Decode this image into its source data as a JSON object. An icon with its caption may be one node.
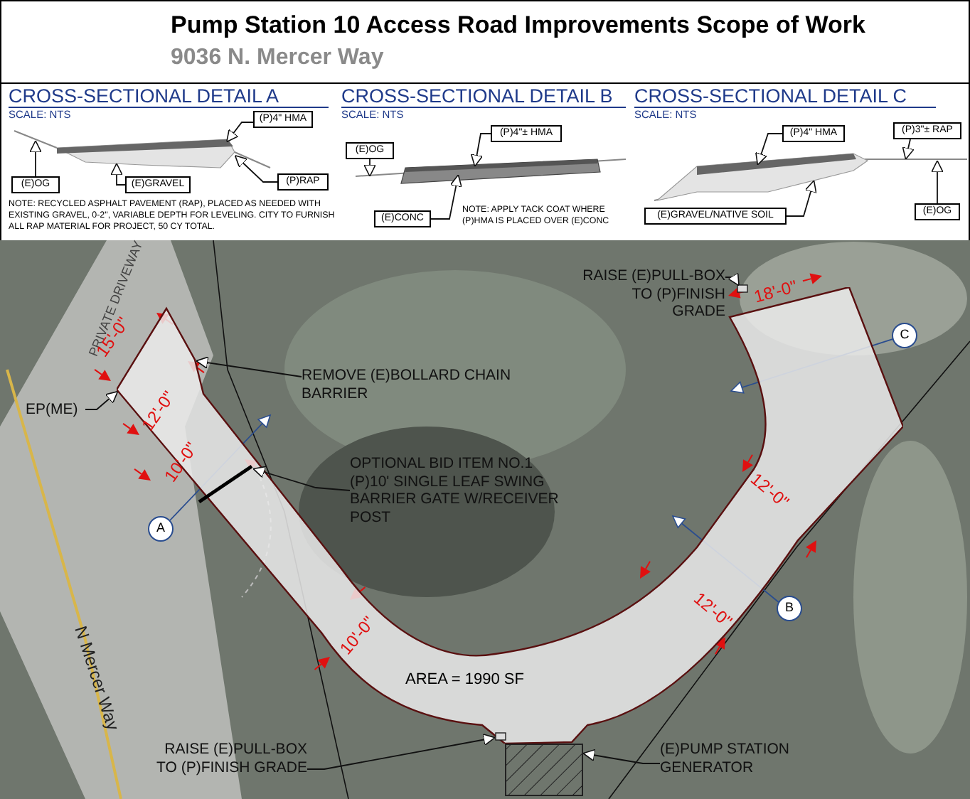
{
  "diagram": {
    "title": "Pump Station 10 Access Road Improvements Scope of Work",
    "nodes": [
      {
        "text": [
          "(P)4\" HMA"
        ]
      },
      {
        "text": [
          "(E)OG"
        ]
      },
      {
        "text": [
          "(E)GRAVEL"
        ]
      },
      {
        "text": [
          "(P)RAP"
        ]
      },
      {
        "text": [
          "(P)4\"± HMA"
        ]
      },
      {
        "text": [
          "(E)OG"
        ]
      },
      {
        "text": [
          "(E)CONC"
        ]
      },
      {
        "text": [
          "(P)4\" HMA"
        ]
      },
      {
        "text": [
          "(P)3\"± RAP"
        ]
      },
      {
        "text": [
          "(E)OG"
        ]
      },
      {
        "text": [
          "(E)GRAVEL/NATIVE SOIL"
        ]
      },
      {
        "text": [
          "AREA = 1990 SF"
        ]
      },
      {
        "text": [
          "EP(ME)"
        ]
      },
      {
        "text": [
          "REMOVE (E)BOLLARD CHAIN BARRIER"
        ]
      },
      {
        "text": [
          "OPTIONAL BID ITEM NO.1 (P)10' SINGLE LEAF SWING BARRIER GATE W/RECEIVER POST"
        ]
      },
      {
        "text": [
          "RAISE (E)PULL-BOX TO (P)FINISH GRADE"
        ]
      },
      {
        "text": [
          "A"
        ]
      },
      {
        "text": [
          "C"
        ]
      },
      {
        "text": [
          "B"
        ]
      },
      {
        "text": [
          "RAISE (E)PULL-BOX TO (P)FINISH GRADE"
        ]
      },
      {
        "text": [],
        "shape": "box"
      },
      {
        "text": [
          "(E)PUMP STATION GENERATOR"
        ]
      },
      {
        "text": [],
        "shape": "picture"
      },
      {
        "text": [],
        "shape": "picture"
      },
      {
        "text": [],
        "shape": "picture"
      },
      {
        "text": [],
        "shape": "bar",
        "in": 11
      },
      {
        "text": [],
        "shape": "box"
      },
      {
        "text": [],
        "shape": "box",
        "in": 11
      }
    ],
    "edges": [
      {
        "from": 0,
        "to": 22,
        "arrow": "to"
      },
      {
        "from": 1,
        "to": 22,
        "arrow": "to"
      },
      {
        "from": 2,
        "to": 22,
        "arrow": "to"
      },
      {
        "from": 3,
        "to": 22,
        "arrow": "to"
      },
      {
        "from": 4,
        "to": 23,
        "arrow": "to"
      },
      {
        "from": 5,
        "to": 23,
        "arrow": "to"
      },
      {
        "from": 6,
        "to": 23,
        "arrow": "to"
      },
      {
        "from": 7,
        "to": 24,
        "arrow": "to"
      },
      {
        "from": 8,
        "to": 24,
        "arrow": "to"
      },
      {
        "from": 9,
        "to": 24,
        "arrow": "to"
      },
      {
        "from": 10,
        "to": 24,
        "arrow": "to"
      },
      {
        "from": 12,
        "to": 11,
        "arrow": "to"
      },
      {
        "from": 13,
        "to": 11,
        "arrow": "to"
      },
      {
        "from": 14,
        "to": 25,
        "arrow": "to"
      },
      {
        "from": 15,
        "to": 26,
        "arrow": "to"
      },
      {
        "from": 19,
        "to": 27,
        "arrow": "to"
      },
      {
        "from": 21,
        "to": 20,
        "arrow": "to"
      }
    ],
    "labels": [
      "9036 N. Mercer Way",
      "CROSS-SECTIONAL DETAIL A",
      "SCALE: NTS",
      "NOTE: RECYCLED ASPHALT PAVEMENT (RAP), PLACED AS NEEDED WITH EXISTING GRAVEL, 0-2\", VARIABLE DEPTH FOR LEVELING. CITY TO FURNISH ALL RAP MATERIAL FOR PROJECT, 50 CY TOTAL.",
      "CROSS-SECTIONAL DETAIL B",
      "SCALE: NTS",
      "NOTE: APPLY TACK COAT WHERE (P)HMA IS PLACED OVER (E)CONC",
      "CROSS-SECTIONAL DETAIL C",
      "SCALE: NTS",
      "PRIVATE DRIVEWAY",
      "15'-0\"",
      "12'-0\"",
      "10'-0\"",
      "18'-0\"",
      "12'-0\"",
      "12'-0\"",
      "10'-0\"",
      "N Mercer Way"
    ]
  }
}
